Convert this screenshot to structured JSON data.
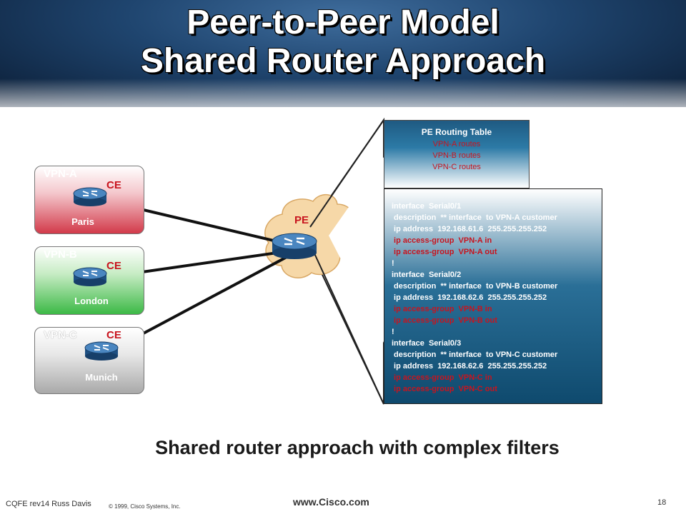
{
  "title": {
    "line1": "Peer-to-Peer Model",
    "line2": "Shared Router Approach"
  },
  "colors": {
    "red_text": "#c8141e",
    "white_text": "#ffffff",
    "vpn_a": "#d23a4a",
    "vpn_b": "#3cb946",
    "vpn_c": "#a9a9a9",
    "header": "#1f456f"
  },
  "sites": [
    {
      "vpn": "VPN-A",
      "ce": "CE",
      "city": "Paris",
      "icon": "router-icon"
    },
    {
      "vpn": "VPN-B",
      "ce": "CE",
      "city": "London",
      "icon": "router-icon"
    },
    {
      "vpn": "VPN-C",
      "ce": "CE",
      "city": "Munich",
      "icon": "router-icon"
    }
  ],
  "pe": {
    "label": "PE",
    "icon": "router-icon"
  },
  "routing_table": {
    "title": "PE Routing Table",
    "lines": [
      "VPN-A routes",
      "VPN-B routes",
      "VPN-C routes"
    ]
  },
  "config": [
    {
      "text": "interface  Serial0/1",
      "color": "#ffffff"
    },
    {
      "text": " description  ** interface  to VPN-A customer",
      "color": "#ffffff"
    },
    {
      "text": " ip address  192.168.61.6  255.255.255.252",
      "color": "#ffffff"
    },
    {
      "text": " ip access-group  VPN-A in",
      "color": "#c8141e"
    },
    {
      "text": " ip access-group  VPN-A out",
      "color": "#c8141e"
    },
    {
      "text": "!",
      "color": "#ffffff"
    },
    {
      "text": "interface  Serial0/2",
      "color": "#ffffff"
    },
    {
      "text": " description  ** interface  to VPN-B customer",
      "color": "#ffffff"
    },
    {
      "text": " ip address  192.168.62.6  255.255.255.252",
      "color": "#ffffff"
    },
    {
      "text": " ip access-group  VPN-B in",
      "color": "#c8141e"
    },
    {
      "text": " ip access-group  VPN-B out",
      "color": "#c8141e"
    },
    {
      "text": "!",
      "color": "#ffffff"
    },
    {
      "text": "interface  Serial0/3",
      "color": "#ffffff"
    },
    {
      "text": " description  ** interface  to VPN-C customer",
      "color": "#ffffff"
    },
    {
      "text": " ip address  192.168.62.6  255.255.255.252",
      "color": "#ffffff"
    },
    {
      "text": " ip access-group  VPN-C in",
      "color": "#c8141e"
    },
    {
      "text": " ip access-group  VPN-C out",
      "color": "#c8141e"
    }
  ],
  "caption": "Shared router approach with complex filters",
  "footer": {
    "left": "CQFE rev14 Russ Davis",
    "copyright": "© 1999, Cisco Systems, Inc.",
    "url": "www.Cisco.com",
    "page": "18"
  }
}
